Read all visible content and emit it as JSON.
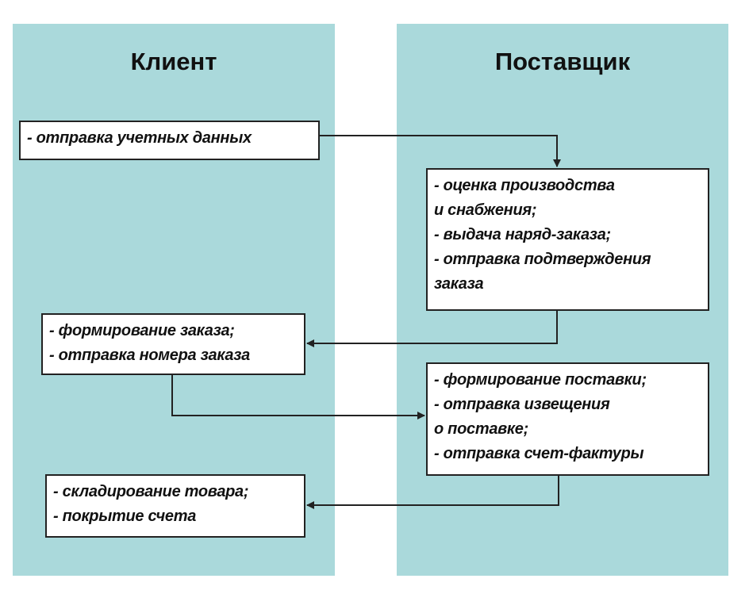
{
  "lanes": {
    "client": {
      "title": "Клиент"
    },
    "supplier": {
      "title": "Поставщик"
    }
  },
  "steps": {
    "client_1": {
      "lines": [
        "- отправка учетных данных"
      ]
    },
    "supplier_1": {
      "lines": [
        "- оценка производства",
        "и снабжения;",
        "- выдача наряд-заказа;",
        "- отправка подтверждения",
        "заказа"
      ]
    },
    "client_2": {
      "lines": [
        "- формирование заказа;",
        "- отправка номера заказа"
      ]
    },
    "supplier_2": {
      "lines": [
        "- формирование поставки;",
        "- отправка извещения",
        "о поставке;",
        "- отправка счет-фактуры"
      ]
    },
    "client_3": {
      "lines": [
        "- складирование товара;",
        "- покрытие счета"
      ]
    }
  },
  "colors": {
    "lane_background": "#aad9db",
    "box_background": "#ffffff",
    "stroke": "#222222"
  }
}
